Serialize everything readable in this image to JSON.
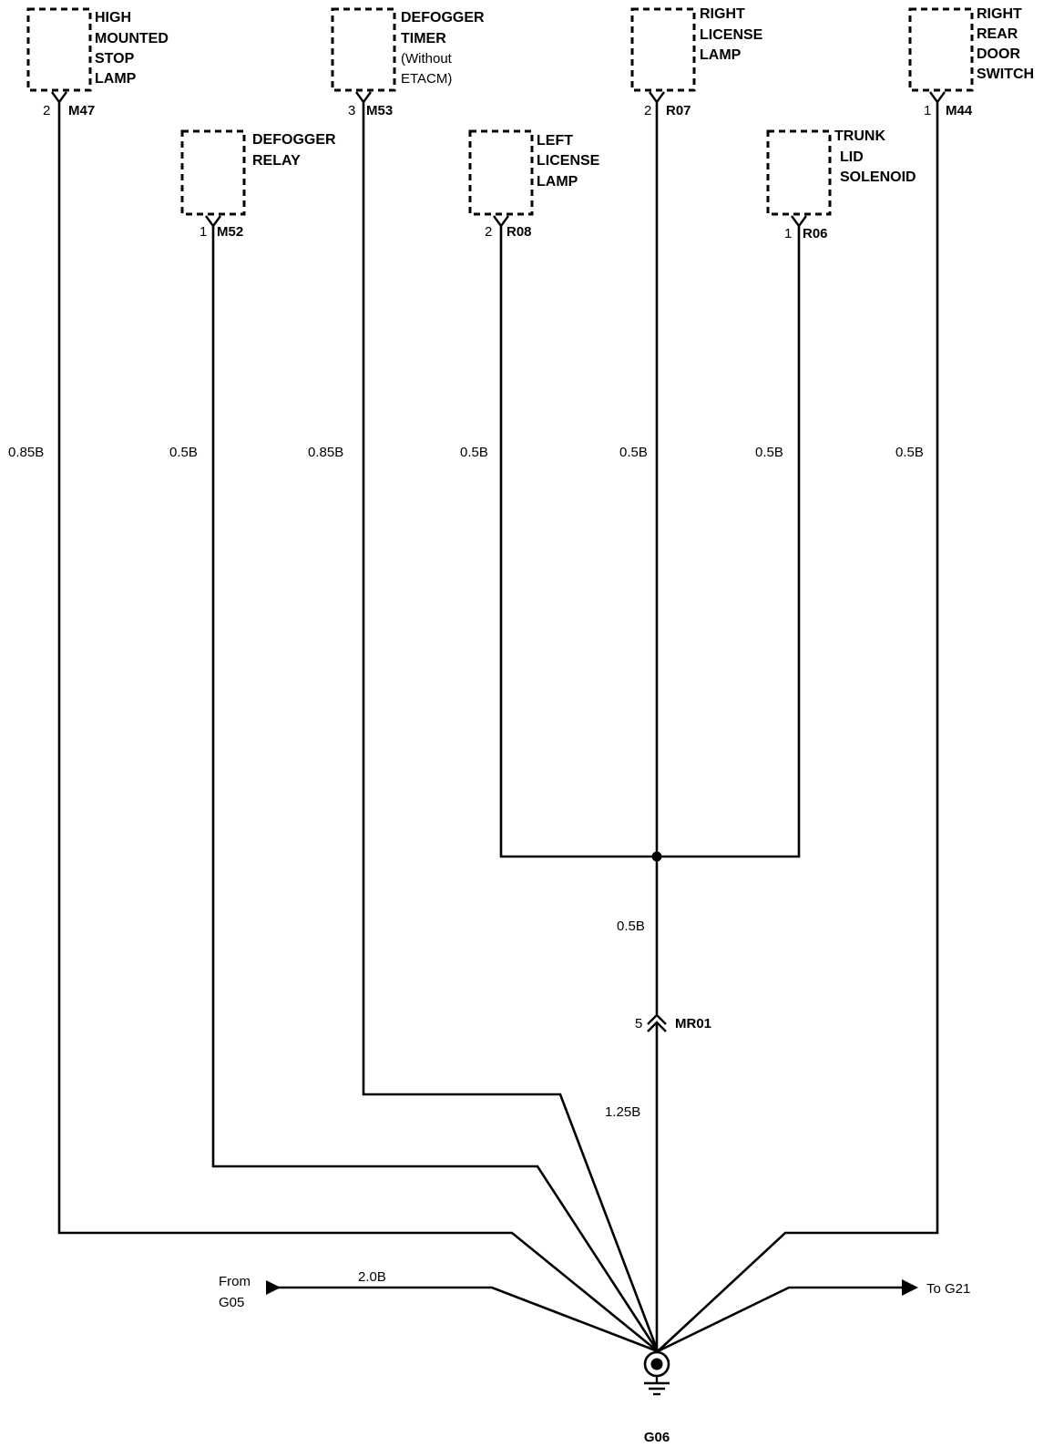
{
  "components": {
    "hmsl": {
      "lines": [
        "HIGH",
        "MOUNTED",
        "STOP",
        "LAMP"
      ],
      "pin": "2",
      "connector": "M47",
      "wire": "0.85B"
    },
    "defogger_relay": {
      "lines": [
        "DEFOGGER",
        "RELAY"
      ],
      "pin": "1",
      "connector": "M52",
      "wire": "0.5B"
    },
    "defogger_timer": {
      "lines": [
        "DEFOGGER",
        "TIMER"
      ],
      "note_lines": [
        "(Without",
        "ETACM)"
      ],
      "pin": "3",
      "connector": "M53",
      "wire": "0.85B"
    },
    "left_license": {
      "lines": [
        "LEFT",
        "LICENSE",
        "LAMP"
      ],
      "pin": "2",
      "connector": "R08",
      "wire": "0.5B"
    },
    "right_license": {
      "lines": [
        "RIGHT",
        "LICENSE",
        "LAMP"
      ],
      "pin": "2",
      "connector": "R07",
      "wire": "0.5B"
    },
    "trunk_lid": {
      "lines": [
        "TRUNK",
        "LID",
        "SOLENOID"
      ],
      "pin": "1",
      "connector": "R06",
      "wire": "0.5B"
    },
    "rr_door": {
      "lines": [
        "RIGHT",
        "REAR",
        "DOOR",
        "SWITCH"
      ],
      "pin": "1",
      "connector": "M44",
      "wire": "0.5B"
    }
  },
  "splice_wire": "0.5B",
  "inline_connector": {
    "pin": "5",
    "name": "MR01",
    "wire_below": "1.25B"
  },
  "from": {
    "lines": [
      "From",
      "G05"
    ],
    "wire": "2.0B"
  },
  "to": {
    "label": "To G21"
  },
  "ground": {
    "label": "G06"
  }
}
